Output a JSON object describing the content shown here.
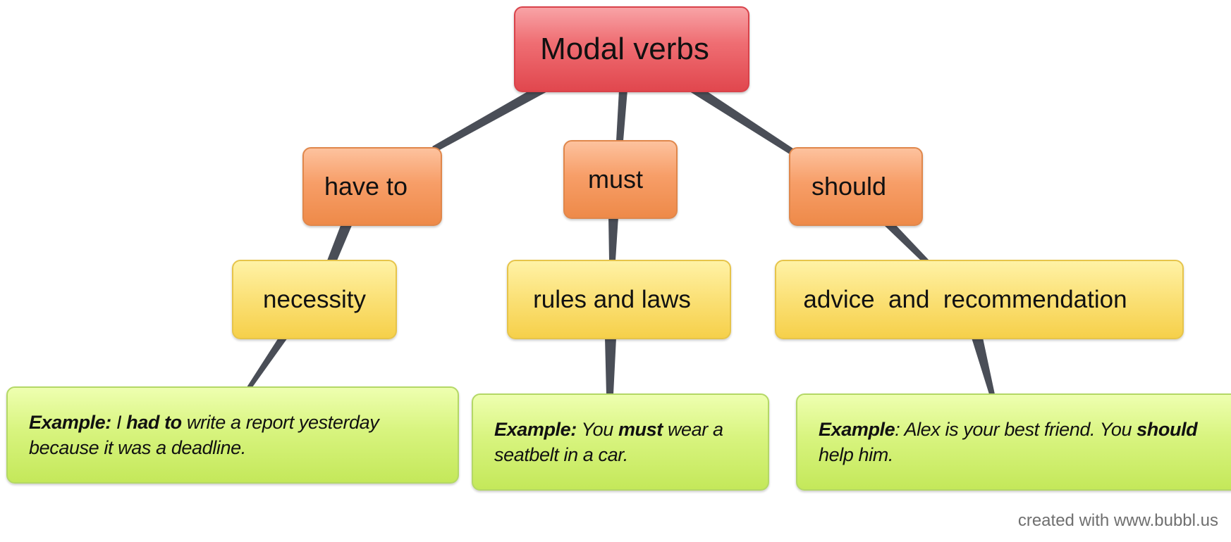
{
  "root": {
    "label": "Modal verbs"
  },
  "verbs": [
    {
      "label": "have to"
    },
    {
      "label": "must"
    },
    {
      "label": "should"
    }
  ],
  "meanings": [
    {
      "label": "necessity"
    },
    {
      "label": "rules and laws"
    },
    {
      "label": "advice  and  recommendation"
    }
  ],
  "examples": [
    {
      "lead": "Example:",
      "t1": " I ",
      "verb": "had to",
      "t2": " write a report yesterday because it was a deadline."
    },
    {
      "lead": "Example:",
      "t1": " You ",
      "verb": "must",
      "t2": " wear a seatbelt in a car."
    },
    {
      "lead": "Example",
      "t1": ": Alex is your best friend. You ",
      "verb": "should",
      "t2": " help him."
    }
  ],
  "footer": {
    "credit": "created with www.bubbl.us"
  },
  "colors": {
    "root": "#ef6e73",
    "verb": "#f79e68",
    "meaning": "#fbe27a",
    "example": "#d8f47f",
    "connector": "#4a4e57"
  }
}
